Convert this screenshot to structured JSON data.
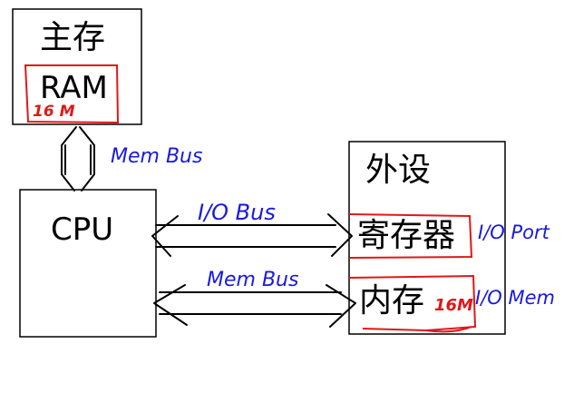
{
  "nodes": {
    "main_memory": {
      "title": "主存",
      "inner_label": "RAM",
      "size_note": "16 M"
    },
    "cpu": {
      "label": "CPU"
    },
    "peripheral": {
      "title": "外设",
      "register_label": "寄存器",
      "memory_label": "内存",
      "memory_size_note": "16M"
    }
  },
  "bus_labels": {
    "ram_cpu": "Mem Bus",
    "io_bus": "I/O Bus",
    "mem_bus_lower": "Mem Bus",
    "io_port": "I/O Port",
    "io_mem": "I/O Mem"
  },
  "colors": {
    "ink": "#000000",
    "annotation_blue": "#1a1adc",
    "highlight_red": "#e01818"
  }
}
